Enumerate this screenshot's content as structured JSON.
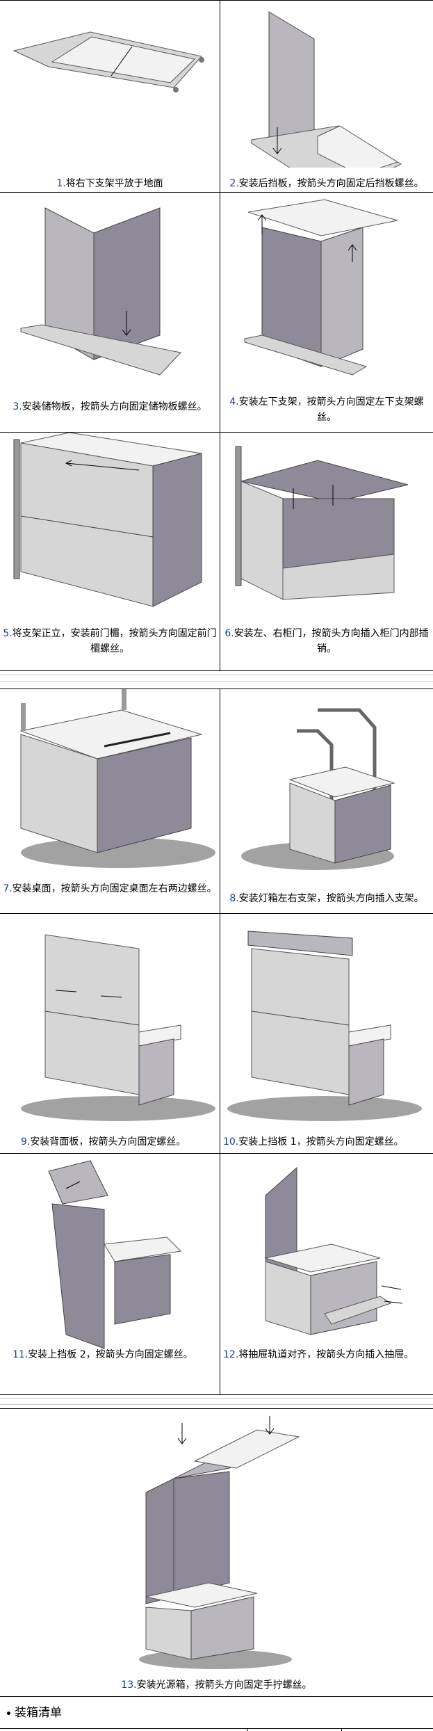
{
  "steps": [
    {
      "num": "1.",
      "text": "将右下支架平放于地面"
    },
    {
      "num": "2.",
      "text": "安装后挡板，按箭头方向固定后挡板螺丝。"
    },
    {
      "num": "3.",
      "text": "安装储物板，按箭头方向固定储物板螺丝。"
    },
    {
      "num": "4.",
      "text": "安装左下支架，按箭头方向固定左下支架螺丝。"
    },
    {
      "num": "5.",
      "text": "将支架正立，安装前门楣，按箭头方向固定前门楣螺丝。"
    },
    {
      "num": "6.",
      "text": "安装左、右柜门，按箭头方向插入柜门内部插销。"
    },
    {
      "num": "7.",
      "text": "安装桌面，按箭头方向固定桌面左右两边螺丝。"
    },
    {
      "num": "8.",
      "text": "安装灯箱左右支架，按箭头方向插入支架。"
    },
    {
      "num": "9.",
      "text": "安装背面板，按箭头方向固定螺丝。"
    },
    {
      "num": "10.",
      "text": "安装上挡板 1，按箭头方向固定螺丝。"
    },
    {
      "num": "11.",
      "text": "安装上挡板 2，按箭头方向固定螺丝。"
    },
    {
      "num": "12.",
      "text": "将抽屉轨道对齐，按箭头方向插入抽屉。"
    },
    {
      "num": "13.",
      "text": "安装光源箱，按箭头方向固定手拧螺丝。"
    }
  ],
  "section": {
    "title": "装箱清单"
  },
  "colors": {
    "step_number": "#1a3a9a",
    "border": "#000000"
  }
}
